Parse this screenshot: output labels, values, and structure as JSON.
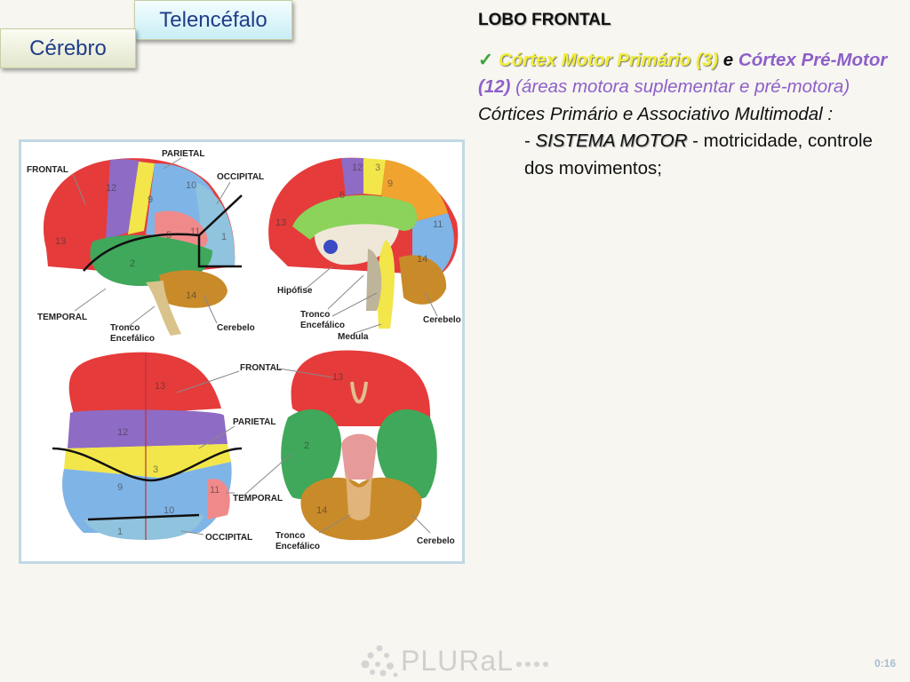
{
  "tabs": {
    "telencefalo": "Telencéfalo",
    "cerebro": "Cérebro"
  },
  "content": {
    "title": "LOBO FRONTAL",
    "check": "✓",
    "cortex_motor_primario": "Córtex Motor Primário",
    "num_3": "(3)",
    "e": "e",
    "cortex_pre_motor": "Córtex Pré-Motor",
    "num_12": "(12)",
    "areas": "(áreas motora suplementar e pré-motora)",
    "corticies": "Córtices Primário e Associativo Multimodal :",
    "dash": "-",
    "sistema_motor": "SISTEMA MOTOR",
    "sistema_motor_desc": "- motricidade, controle dos movimentos;"
  },
  "figure": {
    "labels": {
      "frontal": "FRONTAL",
      "parietal": "PARIETAL",
      "occipital": "OCCIPITAL",
      "temporal": "TEMPORAL",
      "tronco": "Tronco",
      "encefalico": "Encefálico",
      "cerebelo": "Cerebelo",
      "hipofise": "Hipófise",
      "medula": "Medula"
    },
    "area_numbers": [
      "1",
      "2",
      "3",
      "5",
      "6",
      "9",
      "10",
      "11",
      "12",
      "13",
      "14"
    ],
    "colors": {
      "frontal": "#e63b3b",
      "premotor": "#8e6bc4",
      "motor": "#f2e64a",
      "parietal": "#7fb4e6",
      "temporal": "#3fa85a",
      "occipital": "#8fc3de",
      "cerebelo": "#c98a2a",
      "limbic": "#8bd35a"
    }
  },
  "logo": {
    "text": "PLURaL"
  },
  "timestamp": "0:16"
}
